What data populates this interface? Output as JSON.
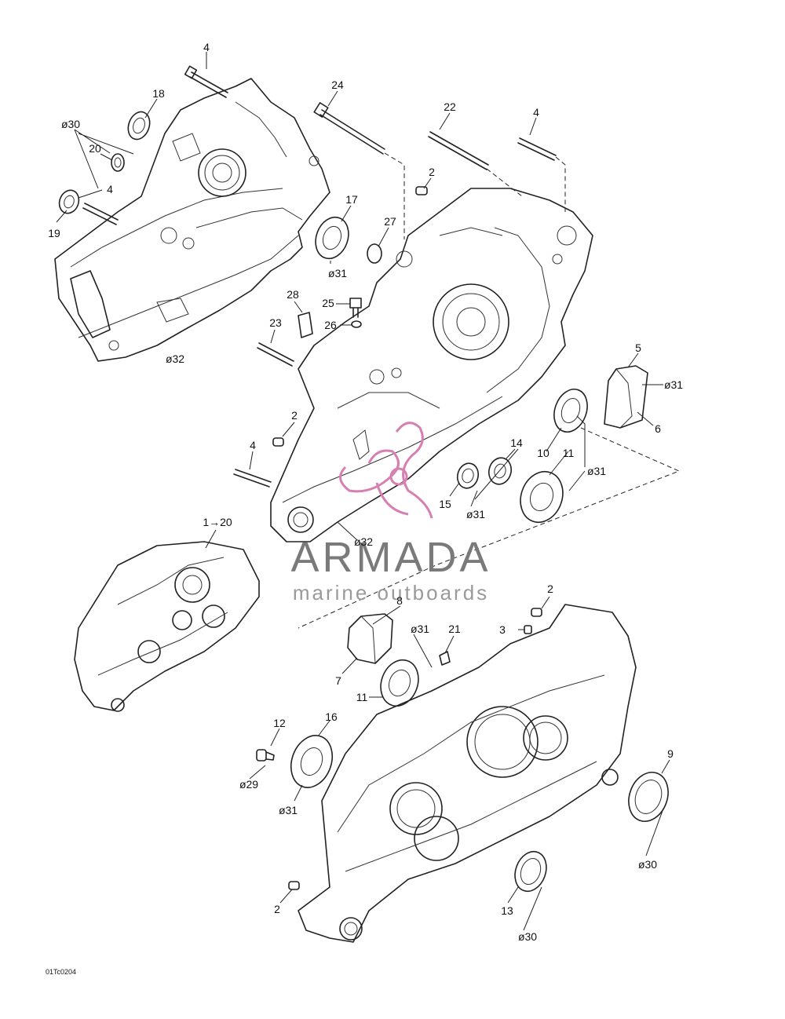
{
  "diagram_code": "01Tc0204",
  "watermark": {
    "brand": "ARMADA",
    "tagline": "marine outboards",
    "accent_color": "#d77fb1"
  },
  "callouts": {
    "c4a": "4",
    "c18": "18",
    "c30a": "ø30",
    "c20": "20",
    "c4b": "4",
    "c19": "19",
    "c32a": "ø32",
    "c24": "24",
    "c22": "22",
    "c4c": "4",
    "c2a": "2",
    "c17": "17",
    "c27": "27",
    "c31a": "ø31",
    "c28": "28",
    "c25": "25",
    "c26": "26",
    "c23": "23",
    "c2b": "2",
    "c4d": "4",
    "c5": "5",
    "c31b": "ø31",
    "c6": "6",
    "c14": "14",
    "c10": "10",
    "c11a": "11",
    "c31c": "ø31",
    "c15": "15",
    "c31d": "ø31",
    "c32b": "ø32",
    "c1to20": "1→20",
    "c8": "8",
    "c31e": "ø31",
    "c21": "21",
    "c2c": "2",
    "c3": "3",
    "c7": "7",
    "c11b": "11",
    "c12": "12",
    "c16": "16",
    "c29": "ø29",
    "c31f": "ø31",
    "c9": "9",
    "c30b": "ø30",
    "c2d": "2",
    "c13": "13",
    "c30c": "ø30"
  }
}
